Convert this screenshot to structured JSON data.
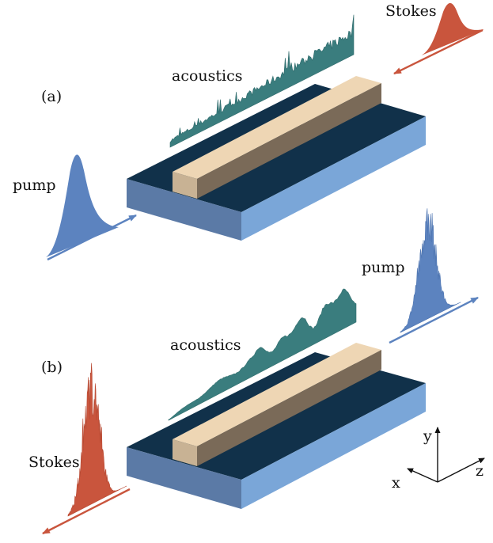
{
  "panel_a": {
    "label": "(a)",
    "pump_label": "pump",
    "stokes_label": "Stokes",
    "acoustics_label": "acoustics"
  },
  "panel_b": {
    "label": "(b)",
    "pump_label": "pump",
    "stokes_label": "Stokes",
    "acoustics_label": "acoustics"
  },
  "axes": {
    "y": "y",
    "x": "x",
    "z": "z"
  },
  "colors": {
    "slab_top": "#11314a",
    "slab_front": "#5b7aa6",
    "slab_side": "#7aa6d8",
    "bar_top": "#eed6b4",
    "bar_end": "#c8b294",
    "bar_side": "#7a6a58",
    "pump": "#5c83bf",
    "stokes": "#c9553d",
    "acoustics": "#3a7d7e"
  }
}
